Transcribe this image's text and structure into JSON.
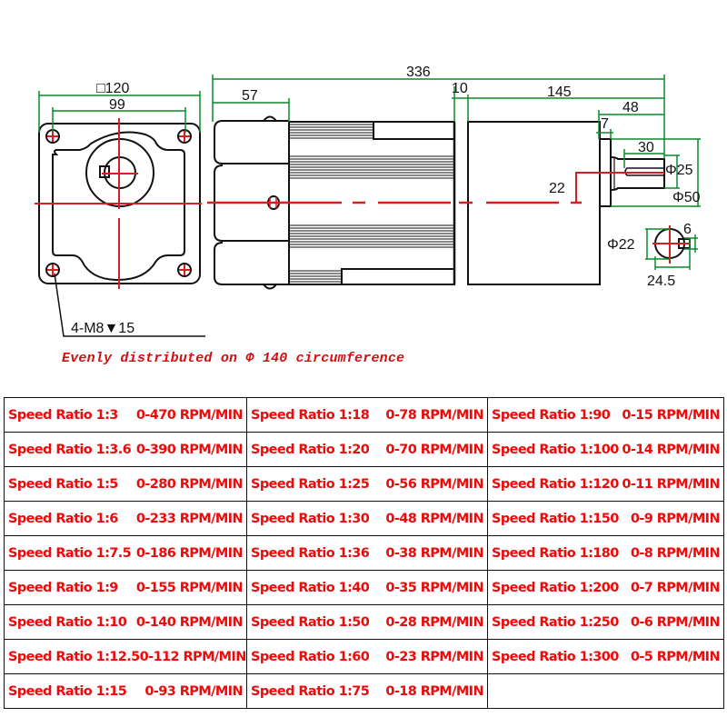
{
  "drawing": {
    "front_view": {
      "square_label": "□120",
      "bolt_spacing": "99",
      "mount_holes": "4-M8▼15"
    },
    "side_view": {
      "total_length": "336",
      "motor_cap": "57",
      "flange_gap": "10",
      "gearbox_length": "145",
      "shaft_length": "48",
      "flange_thickness": "7",
      "key_length": "30",
      "shaft_diameter": "Φ25",
      "boss_diameter": "Φ50",
      "shaft_offset": "22"
    },
    "shaft_section": {
      "key_width": "6",
      "diameter": "Φ22",
      "key_height": "24.5"
    },
    "colors": {
      "centerline": "#d42020",
      "dimension": "#0a8a2a",
      "outline": "#111111"
    }
  },
  "note": "Evenly distributed on Φ 140 circumference",
  "speed_table": {
    "columns": [
      [
        {
          "ratio": "Speed Ratio 1:3",
          "rpm": "0-470 RPM/MIN"
        },
        {
          "ratio": "Speed Ratio 1:3.6",
          "rpm": "0-390 RPM/MIN"
        },
        {
          "ratio": "Speed Ratio 1:5",
          "rpm": "0-280 RPM/MIN"
        },
        {
          "ratio": "Speed Ratio 1:6",
          "rpm": "0-233 RPM/MIN"
        },
        {
          "ratio": "Speed Ratio 1:7.5",
          "rpm": "0-186 RPM/MIN"
        },
        {
          "ratio": "Speed Ratio 1:9",
          "rpm": "0-155 RPM/MIN"
        },
        {
          "ratio": "Speed Ratio 1:10",
          "rpm": "0-140 RPM/MIN"
        },
        {
          "ratio": "Speed Ratio 1:12.5",
          "rpm": "0-112 RPM/MIN"
        },
        {
          "ratio": "Speed Ratio 1:15",
          "rpm": "0-93 RPM/MIN"
        }
      ],
      [
        {
          "ratio": "Speed Ratio 1:18",
          "rpm": "0-78 RPM/MIN"
        },
        {
          "ratio": "Speed Ratio 1:20",
          "rpm": "0-70 RPM/MIN"
        },
        {
          "ratio": "Speed Ratio 1:25",
          "rpm": "0-56 RPM/MIN"
        },
        {
          "ratio": "Speed Ratio 1:30",
          "rpm": "0-48 RPM/MIN"
        },
        {
          "ratio": "Speed Ratio 1:36",
          "rpm": "0-38 RPM/MIN"
        },
        {
          "ratio": "Speed Ratio 1:40",
          "rpm": "0-35 RPM/MIN"
        },
        {
          "ratio": "Speed Ratio 1:50",
          "rpm": "0-28 RPM/MIN"
        },
        {
          "ratio": "Speed Ratio 1:60",
          "rpm": "0-23 RPM/MIN"
        },
        {
          "ratio": "Speed Ratio 1:75",
          "rpm": "0-18 RPM/MIN"
        }
      ],
      [
        {
          "ratio": "Speed Ratio 1:90",
          "rpm": "0-15 RPM/MIN"
        },
        {
          "ratio": "Speed Ratio 1:100",
          "rpm": "0-14 RPM/MIN"
        },
        {
          "ratio": "Speed Ratio 1:120",
          "rpm": "0-11 RPM/MIN"
        },
        {
          "ratio": "Speed Ratio 1:150",
          "rpm": "0-9 RPM/MIN"
        },
        {
          "ratio": "Speed Ratio 1:180",
          "rpm": "0-8 RPM/MIN"
        },
        {
          "ratio": "Speed Ratio 1:200",
          "rpm": "0-7 RPM/MIN"
        },
        {
          "ratio": "Speed Ratio 1:250",
          "rpm": "0-6 RPM/MIN"
        },
        {
          "ratio": "Speed Ratio 1:300",
          "rpm": "0-5 RPM/MIN"
        },
        {
          "ratio": "",
          "rpm": ""
        }
      ]
    ]
  }
}
